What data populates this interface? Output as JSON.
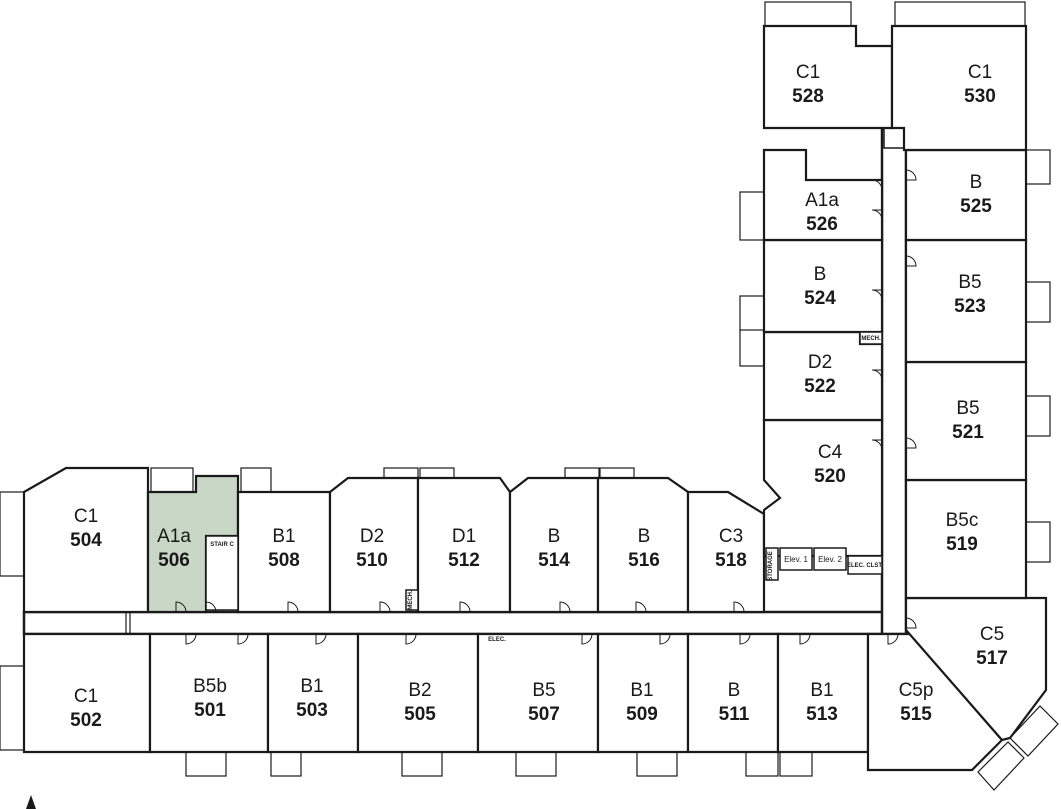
{
  "highlight_color": "#c9d7c6",
  "units": [
    {
      "id": "u504",
      "type": "C1",
      "number": "504",
      "highlight": false
    },
    {
      "id": "u506",
      "type": "A1a",
      "number": "506",
      "highlight": true
    },
    {
      "id": "u508",
      "type": "B1",
      "number": "508",
      "highlight": false
    },
    {
      "id": "u510",
      "type": "D2",
      "number": "510",
      "highlight": false
    },
    {
      "id": "u512",
      "type": "D1",
      "number": "512",
      "highlight": false
    },
    {
      "id": "u514",
      "type": "B",
      "number": "514",
      "highlight": false
    },
    {
      "id": "u516",
      "type": "B",
      "number": "516",
      "highlight": false
    },
    {
      "id": "u518",
      "type": "C3",
      "number": "518",
      "highlight": false
    },
    {
      "id": "u502",
      "type": "C1",
      "number": "502",
      "highlight": false
    },
    {
      "id": "u501",
      "type": "B5b",
      "number": "501",
      "highlight": false
    },
    {
      "id": "u503",
      "type": "B1",
      "number": "503",
      "highlight": false
    },
    {
      "id": "u505",
      "type": "B2",
      "number": "505",
      "highlight": false
    },
    {
      "id": "u507",
      "type": "B5",
      "number": "507",
      "highlight": false
    },
    {
      "id": "u509",
      "type": "B1",
      "number": "509",
      "highlight": false
    },
    {
      "id": "u511",
      "type": "B",
      "number": "511",
      "highlight": false
    },
    {
      "id": "u513",
      "type": "B1",
      "number": "513",
      "highlight": false
    },
    {
      "id": "u515",
      "type": "C5p",
      "number": "515",
      "highlight": false
    },
    {
      "id": "u517",
      "type": "C5",
      "number": "517",
      "highlight": false
    },
    {
      "id": "u519",
      "type": "B5c",
      "number": "519",
      "highlight": false
    },
    {
      "id": "u521",
      "type": "B5",
      "number": "521",
      "highlight": false
    },
    {
      "id": "u523",
      "type": "B5",
      "number": "523",
      "highlight": false
    },
    {
      "id": "u525",
      "type": "B",
      "number": "525",
      "highlight": false
    },
    {
      "id": "u520",
      "type": "C4",
      "number": "520",
      "highlight": false
    },
    {
      "id": "u522",
      "type": "D2",
      "number": "522",
      "highlight": false
    },
    {
      "id": "u524",
      "type": "B",
      "number": "524",
      "highlight": false
    },
    {
      "id": "u526",
      "type": "A1a",
      "number": "526",
      "highlight": false
    },
    {
      "id": "u528",
      "type": "C1",
      "number": "528",
      "highlight": false
    },
    {
      "id": "u530",
      "type": "C1",
      "number": "530",
      "highlight": false
    }
  ],
  "labels": {
    "stair_c": "STAIR C",
    "mech_a": "MECH.",
    "mech_b": "MECH.",
    "elec": "ELEC.",
    "elev1": "Elev. 1",
    "elev2": "Elev. 2",
    "elec_clst": "ELEC. CLST.",
    "storage": "STORAGE"
  },
  "north_icon": "north-arrow-icon"
}
